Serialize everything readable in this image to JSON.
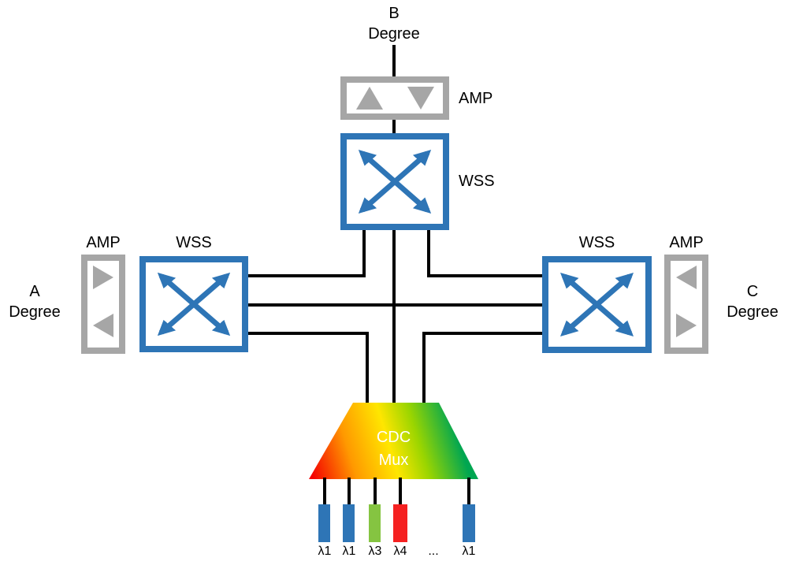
{
  "degrees": {
    "b": {
      "line1": "B",
      "line2": "Degree"
    },
    "a": {
      "line1": "A",
      "line2": "Degree"
    },
    "c": {
      "line1": "C",
      "line2": "Degree"
    }
  },
  "amps": {
    "top": {
      "label": "AMP"
    },
    "left": {
      "label": "AMP"
    },
    "right": {
      "label": "AMP"
    }
  },
  "wss": {
    "top": {
      "label": "WSS"
    },
    "left": {
      "label": "WSS"
    },
    "right": {
      "label": "WSS"
    }
  },
  "mux": {
    "line1": "CDC",
    "line2": "Mux"
  },
  "channels": [
    {
      "label": "λ1",
      "color": "#2E75B6"
    },
    {
      "label": "λ1",
      "color": "#2E75B6"
    },
    {
      "label": "λ3",
      "color": "#85C441"
    },
    {
      "label": "λ4",
      "color": "#F52121"
    },
    {
      "label": "...",
      "color": null
    },
    {
      "label": "λ1",
      "color": "#2E75B6"
    }
  ],
  "icons": {
    "wss": "bidirectional-cross-arrows",
    "amp_top": [
      "up-triangle",
      "down-triangle"
    ],
    "amp_left": [
      "right-triangle",
      "left-triangle"
    ],
    "amp_right": [
      "left-triangle",
      "right-triangle"
    ]
  },
  "colors": {
    "wss_blue": "#2E75B6",
    "amp_gray": "#A6A6A6",
    "wire_black": "#000000",
    "mux_gradient": [
      "#F40000",
      "#FF9900",
      "#FFE600",
      "#9AD500",
      "#00A651"
    ]
  }
}
